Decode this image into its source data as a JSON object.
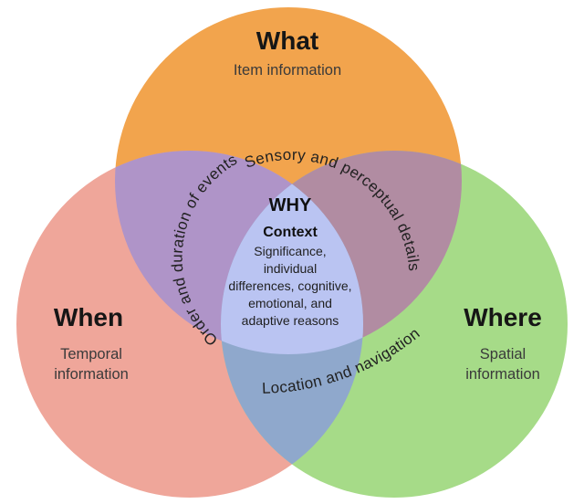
{
  "colors": {
    "background": "#ffffff",
    "what_circle": "#F2A44D",
    "when_circle": "#EFA69A",
    "where_circle": "#A6DB88",
    "what_when_overlap": "#AF94C8",
    "what_where_overlap": "#B18CA2",
    "when_where_overlap": "#8FA8CC",
    "center_overlap": "#BAC4F2",
    "heading_text": "#161616",
    "sublabel_text": "#3a3a3a",
    "overlap_text": "#212121"
  },
  "what": {
    "label": "What",
    "sublabel": "Item information"
  },
  "when": {
    "label": "When",
    "sublabel_line1": "Temporal",
    "sublabel_line2": "information"
  },
  "where": {
    "label": "Where",
    "sublabel_line1": "Spatial",
    "sublabel_line2": "information"
  },
  "overlaps": {
    "what_where": "Sensory and perceptual details",
    "what_when": "Order and duration of events",
    "when_where": "Location and navigation"
  },
  "center": {
    "heading": "WHY",
    "subheading": "Context",
    "body_lines": [
      "Significance,",
      "individual",
      "differences, cognitive,",
      "emotional, and",
      "adaptive reasons"
    ]
  }
}
